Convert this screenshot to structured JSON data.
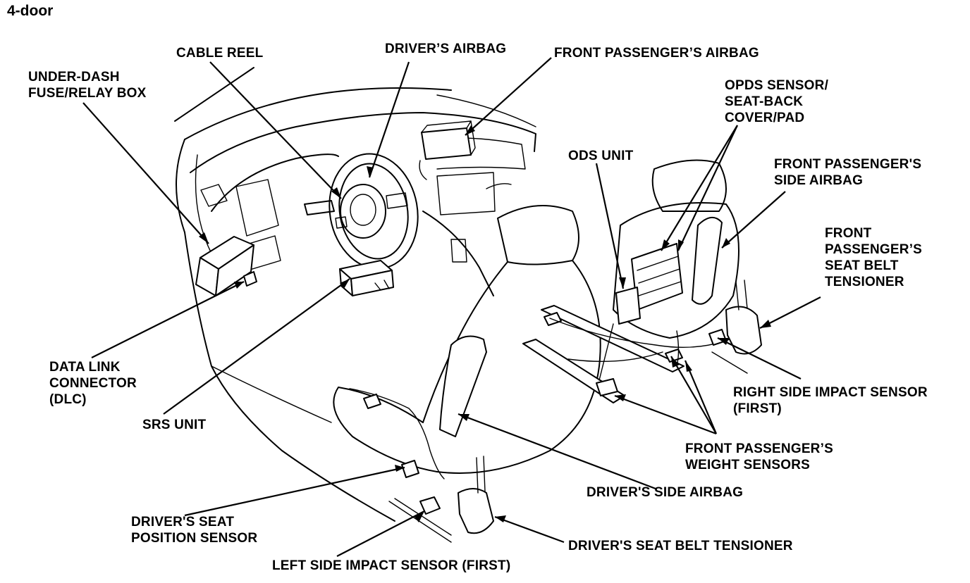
{
  "figure": {
    "title": "4-door",
    "labels": {
      "cable_reel": "CABLE REEL",
      "drivers_airbag": "DRIVER’S AIRBAG",
      "front_passengers_airbag": "FRONT PASSENGER’S AIRBAG",
      "under_dash_fuse_box": [
        "UNDER-DASH",
        "FUSE/RELAY BOX"
      ],
      "opds_sensor": [
        "OPDS SENSOR/",
        "SEAT-BACK",
        "COVER/PAD"
      ],
      "ods_unit": "ODS UNIT",
      "front_passengers_side_airbag": [
        "FRONT PASSENGER'S",
        "SIDE AIRBAG"
      ],
      "front_passengers_seat_belt_tensioner": [
        "FRONT",
        "PASSENGER’S",
        "SEAT BELT",
        "TENSIONER"
      ],
      "data_link_connector": [
        "DATA LINK",
        "CONNECTOR",
        "(DLC)"
      ],
      "right_side_impact_sensor": [
        "RIGHT SIDE IMPACT SENSOR",
        "(FIRST)"
      ],
      "srs_unit": "SRS UNIT",
      "front_passengers_weight_sensors": [
        "FRONT PASSENGER’S",
        "WEIGHT SENSORS"
      ],
      "drivers_side_airbag": "DRIVER'S SIDE AIRBAG",
      "drivers_seat_position_sensor": [
        "DRIVER'S SEAT",
        "POSITION SENSOR"
      ],
      "drivers_seat_belt_tensioner": "DRIVER'S SEAT BELT TENSIONER",
      "left_side_impact_sensor": "LEFT SIDE IMPACT SENSOR (FIRST)"
    }
  }
}
